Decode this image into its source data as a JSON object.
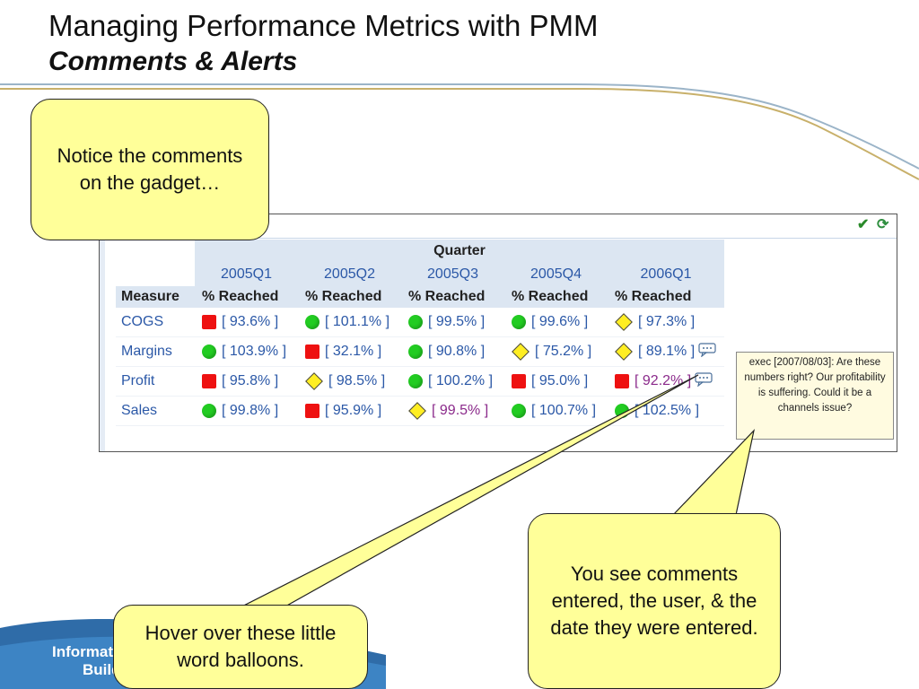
{
  "slide": {
    "title": "Managing Performance Metrics with PMM",
    "subtitle": "Comments & Alerts"
  },
  "callouts": {
    "notice": "Notice the comments on the gadget…",
    "you_see": "You see comments entered, the user, & the date they were entered.",
    "hover": "Hover over these little word balloons."
  },
  "gadget": {
    "quarter_label": "Quarter",
    "measure_label": "Measure",
    "periods": [
      "2005Q1",
      "2005Q2",
      "2005Q3",
      "2005Q4",
      "2006Q1"
    ],
    "pct_label": "% Reached",
    "rows": [
      {
        "measure": "COGS",
        "cells": [
          {
            "ind": "red",
            "val": "[ 93.6% ]"
          },
          {
            "ind": "green",
            "val": "[ 101.1% ]"
          },
          {
            "ind": "green",
            "val": "[ 99.5% ]"
          },
          {
            "ind": "green",
            "val": "[ 99.6% ]"
          },
          {
            "ind": "yellow",
            "val": "[ 97.3% ]"
          }
        ]
      },
      {
        "measure": "Margins",
        "cells": [
          {
            "ind": "green",
            "val": "[ 103.9% ]"
          },
          {
            "ind": "red",
            "val": "[ 32.1% ]"
          },
          {
            "ind": "green",
            "val": "[ 90.8% ]"
          },
          {
            "ind": "yellow",
            "val": "[ 75.2% ]"
          },
          {
            "ind": "yellow",
            "val": "[ 89.1% ]",
            "balloon": true
          }
        ]
      },
      {
        "measure": "Profit",
        "cells": [
          {
            "ind": "red",
            "val": "[ 95.8% ]"
          },
          {
            "ind": "yellow",
            "val": "[ 98.5% ]"
          },
          {
            "ind": "green",
            "val": "[ 100.2% ]"
          },
          {
            "ind": "red",
            "val": "[ 95.0% ]"
          },
          {
            "ind": "red",
            "val": "[ 92.2% ]",
            "alt": true,
            "balloon": true
          }
        ]
      },
      {
        "measure": "Sales",
        "cells": [
          {
            "ind": "green",
            "val": "[ 99.8% ]"
          },
          {
            "ind": "red",
            "val": "[ 95.9% ]"
          },
          {
            "ind": "yellow",
            "val": "[ 99.5% ]",
            "alt": true
          },
          {
            "ind": "green",
            "val": "[ 100.7% ]"
          },
          {
            "ind": "green",
            "val": "[ 102.5% ]"
          }
        ]
      }
    ],
    "comment_text": "exec [2007/08/03]: Are these numbers right? Our profitability is suffering. Could it be a channels issue?"
  },
  "logo": {
    "line1": "Informat",
    "line2": "Build"
  },
  "colors": {
    "callout_fill": "#ffff99",
    "header_fill": "#dce6f2",
    "link_blue": "#2b58a7",
    "red_status": "#ee1111",
    "green_status": "#22cc22",
    "yellow_status": "#ffee22"
  }
}
